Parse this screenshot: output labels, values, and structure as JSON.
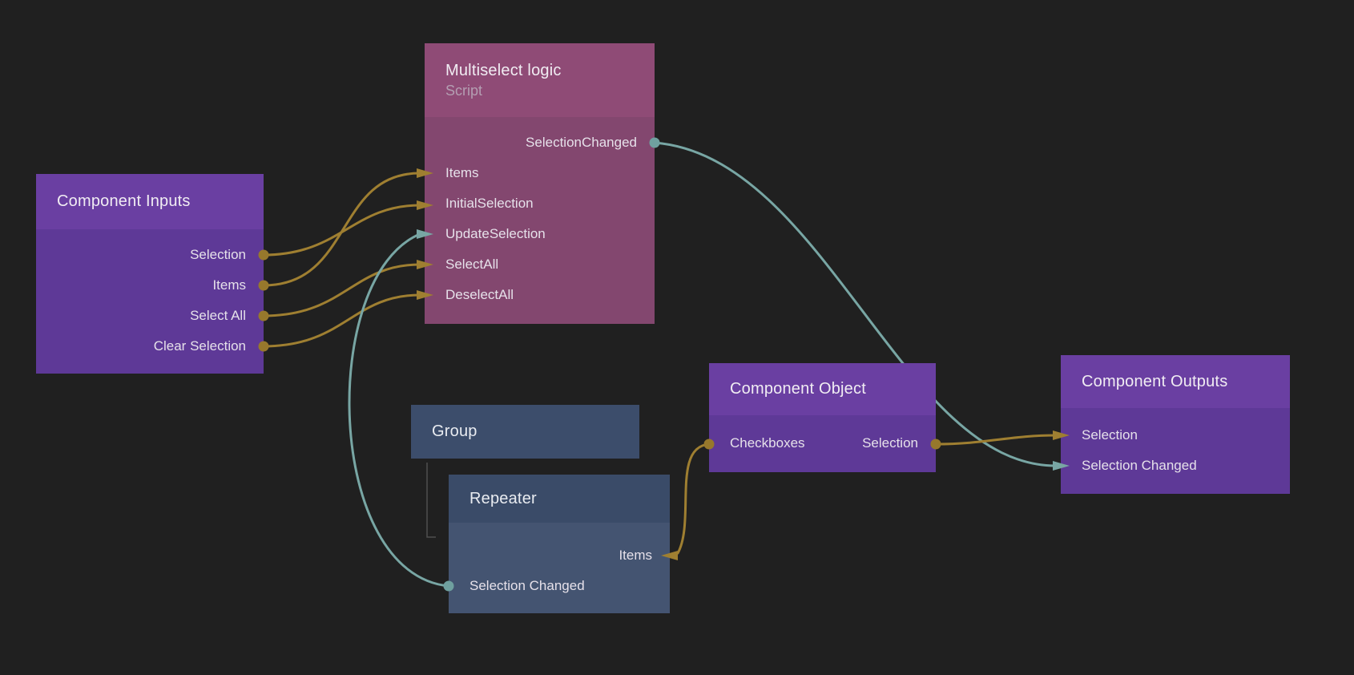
{
  "canvas": {
    "background": "#202020"
  },
  "colors": {
    "value_wire": "#9F7F31",
    "value_dot": "#97782C",
    "signal_wire": "#78A6A4",
    "signal_dot": "#6FA09F",
    "pink_header": "#8F4B76",
    "pink_body": "#83476F",
    "purple_header": "#6A3FA2",
    "purple_body": "#5E3997",
    "slate_header": "#3A4B68",
    "slate_body": "#445471"
  },
  "nodes": {
    "multiselect_logic": {
      "title": "Multiselect logic",
      "subtitle": "Script",
      "ports": {
        "selection_changed": "SelectionChanged",
        "items": "Items",
        "initial_selection": "InitialSelection",
        "update_selection": "UpdateSelection",
        "select_all": "SelectAll",
        "deselect_all": "DeselectAll"
      }
    },
    "component_inputs": {
      "title": "Component Inputs",
      "ports": {
        "selection": "Selection",
        "items": "Items",
        "select_all": "Select All",
        "clear_selection": "Clear Selection"
      }
    },
    "group": {
      "title": "Group"
    },
    "repeater": {
      "title": "Repeater",
      "ports": {
        "items": "Items",
        "selection_changed": "Selection Changed"
      }
    },
    "component_object": {
      "title": "Component Object",
      "ports": {
        "checkboxes": "Checkboxes",
        "selection": "Selection"
      }
    },
    "component_outputs": {
      "title": "Component Outputs",
      "ports": {
        "selection": "Selection",
        "selection_changed": "Selection Changed"
      }
    }
  },
  "edges": [
    {
      "from": "Component Inputs.Selection",
      "to": "Multiselect logic.InitialSelection",
      "kind": "value"
    },
    {
      "from": "Component Inputs.Items",
      "to": "Multiselect logic.Items",
      "kind": "value"
    },
    {
      "from": "Component Inputs.Select All",
      "to": "Multiselect logic.SelectAll",
      "kind": "value"
    },
    {
      "from": "Component Inputs.Clear Selection",
      "to": "Multiselect logic.DeselectAll",
      "kind": "value"
    },
    {
      "from": "Repeater.Selection Changed",
      "to": "Multiselect logic.UpdateSelection",
      "kind": "signal"
    },
    {
      "from": "Multiselect logic.SelectionChanged",
      "to": "Component Outputs.Selection Changed",
      "kind": "signal"
    },
    {
      "from": "Component Object.Selection",
      "to": "Component Outputs.Selection",
      "kind": "value"
    },
    {
      "from": "Component Object.Checkboxes",
      "to": "Repeater.Items",
      "kind": "value"
    }
  ]
}
